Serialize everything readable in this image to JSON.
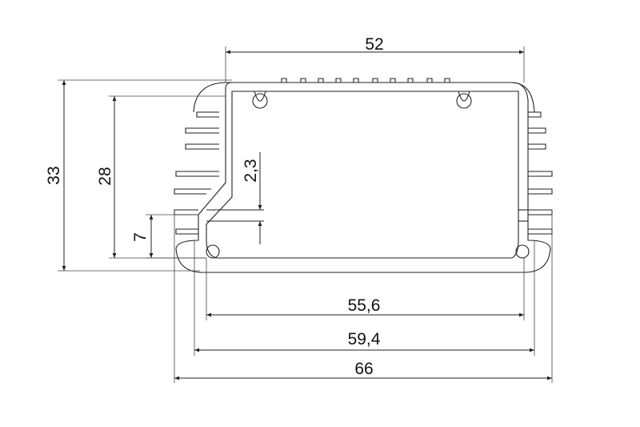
{
  "drawing": {
    "dimensions": {
      "top_width": "52",
      "overall_height": "33",
      "inner_height": "28",
      "slot_gap": "2,3",
      "slot_height": "7",
      "inner_width": "55,6",
      "mid_width": "59,4",
      "overall_width": "66"
    }
  },
  "colors": {
    "line": "#222222",
    "background": "#ffffff"
  }
}
